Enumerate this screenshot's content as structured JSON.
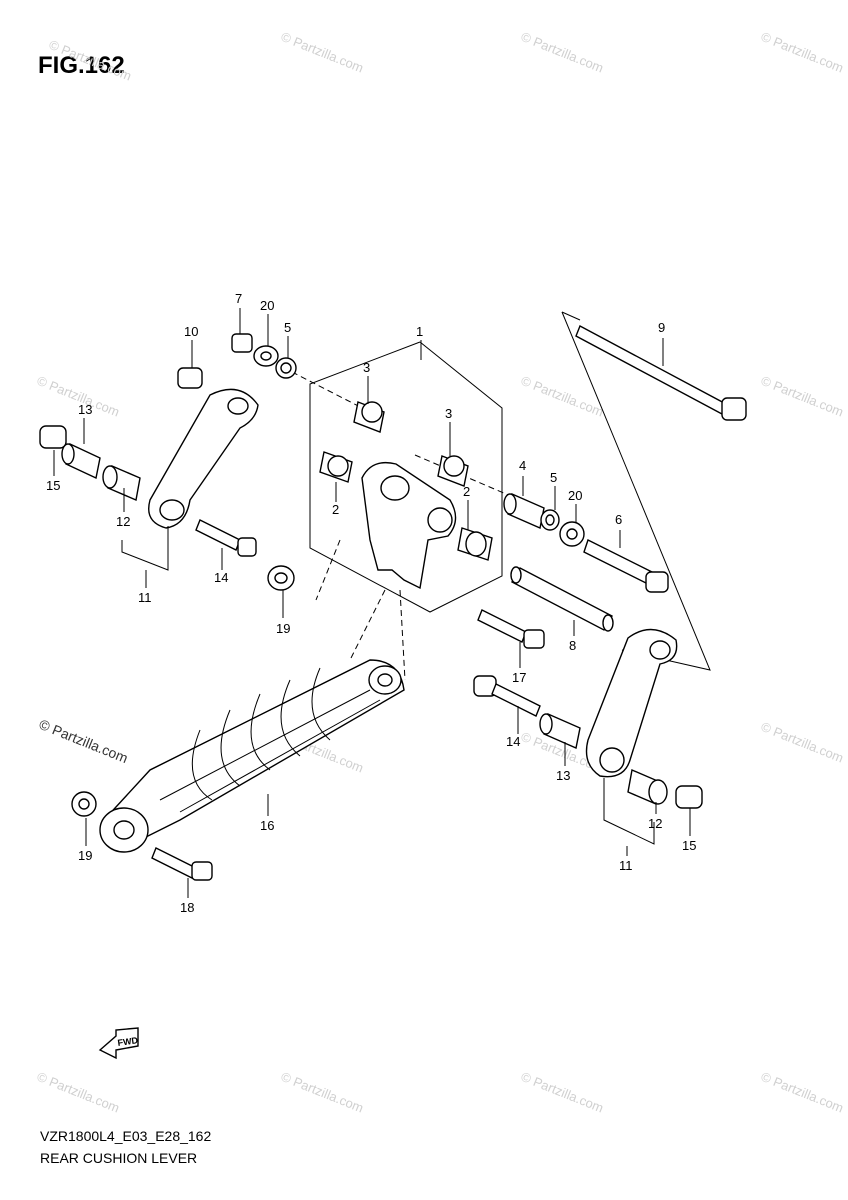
{
  "figure": {
    "title": "FIG.162"
  },
  "footer": {
    "code": "VZR1800L4_E03_E28_162",
    "name": "REAR CUSHION LEVER"
  },
  "watermark": {
    "text": "© Partzilla.com",
    "prominent_text": "© Partzilla.com"
  },
  "fwd_arrow": {
    "label": "FWD"
  },
  "callouts": {
    "c1": "1",
    "c2a": "2",
    "c2b": "2",
    "c3a": "3",
    "c3b": "3",
    "c4": "4",
    "c5a": "5",
    "c5b": "5",
    "c6": "6",
    "c7": "7",
    "c8": "8",
    "c9": "9",
    "c10": "10",
    "c11a": "11",
    "c11b": "11",
    "c12a": "12",
    "c12b": "12",
    "c13a": "13",
    "c13b": "13",
    "c14a": "14",
    "c14b": "14",
    "c15a": "15",
    "c15b": "15",
    "c16": "16",
    "c17": "17",
    "c18": "18",
    "c19a": "19",
    "c19b": "19",
    "c20a": "20",
    "c20b": "20"
  }
}
